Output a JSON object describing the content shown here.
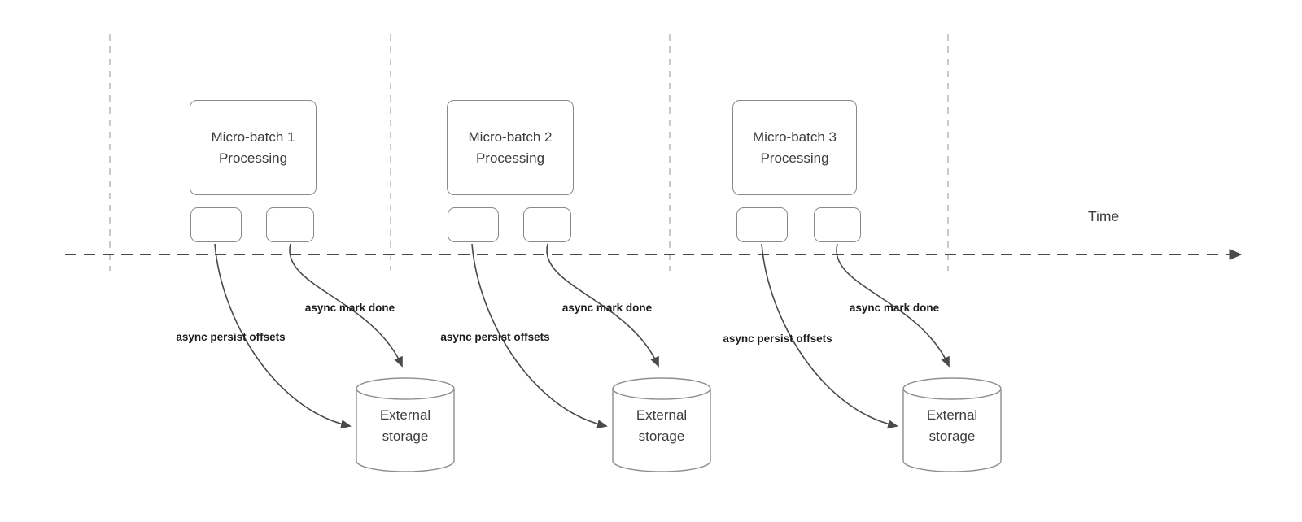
{
  "diagram": {
    "time_label": "Time",
    "groups": [
      {
        "batch_title": "Micro-batch 1",
        "batch_subtitle": "Processing",
        "persist_label": "async persist offsets",
        "mark_done_label": "async mark done",
        "storage_title": "External",
        "storage_subtitle": "storage"
      },
      {
        "batch_title": "Micro-batch 2",
        "batch_subtitle": "Processing",
        "persist_label": "async persist offsets",
        "mark_done_label": "async mark done",
        "storage_title": "External",
        "storage_subtitle": "storage"
      },
      {
        "batch_title": "Micro-batch 3",
        "batch_subtitle": "Processing",
        "persist_label": "async persist offsets",
        "mark_done_label": "async mark done",
        "storage_title": "External",
        "storage_subtitle": "storage"
      }
    ],
    "colors": {
      "line_stroke": "#4a4a4a",
      "gridline_stroke": "#bcbcbc",
      "shape_border": "#8a8a8a",
      "text": "#3d3d3d",
      "bold_label_text": "#1c1c1c",
      "background": "#ffffff"
    }
  }
}
